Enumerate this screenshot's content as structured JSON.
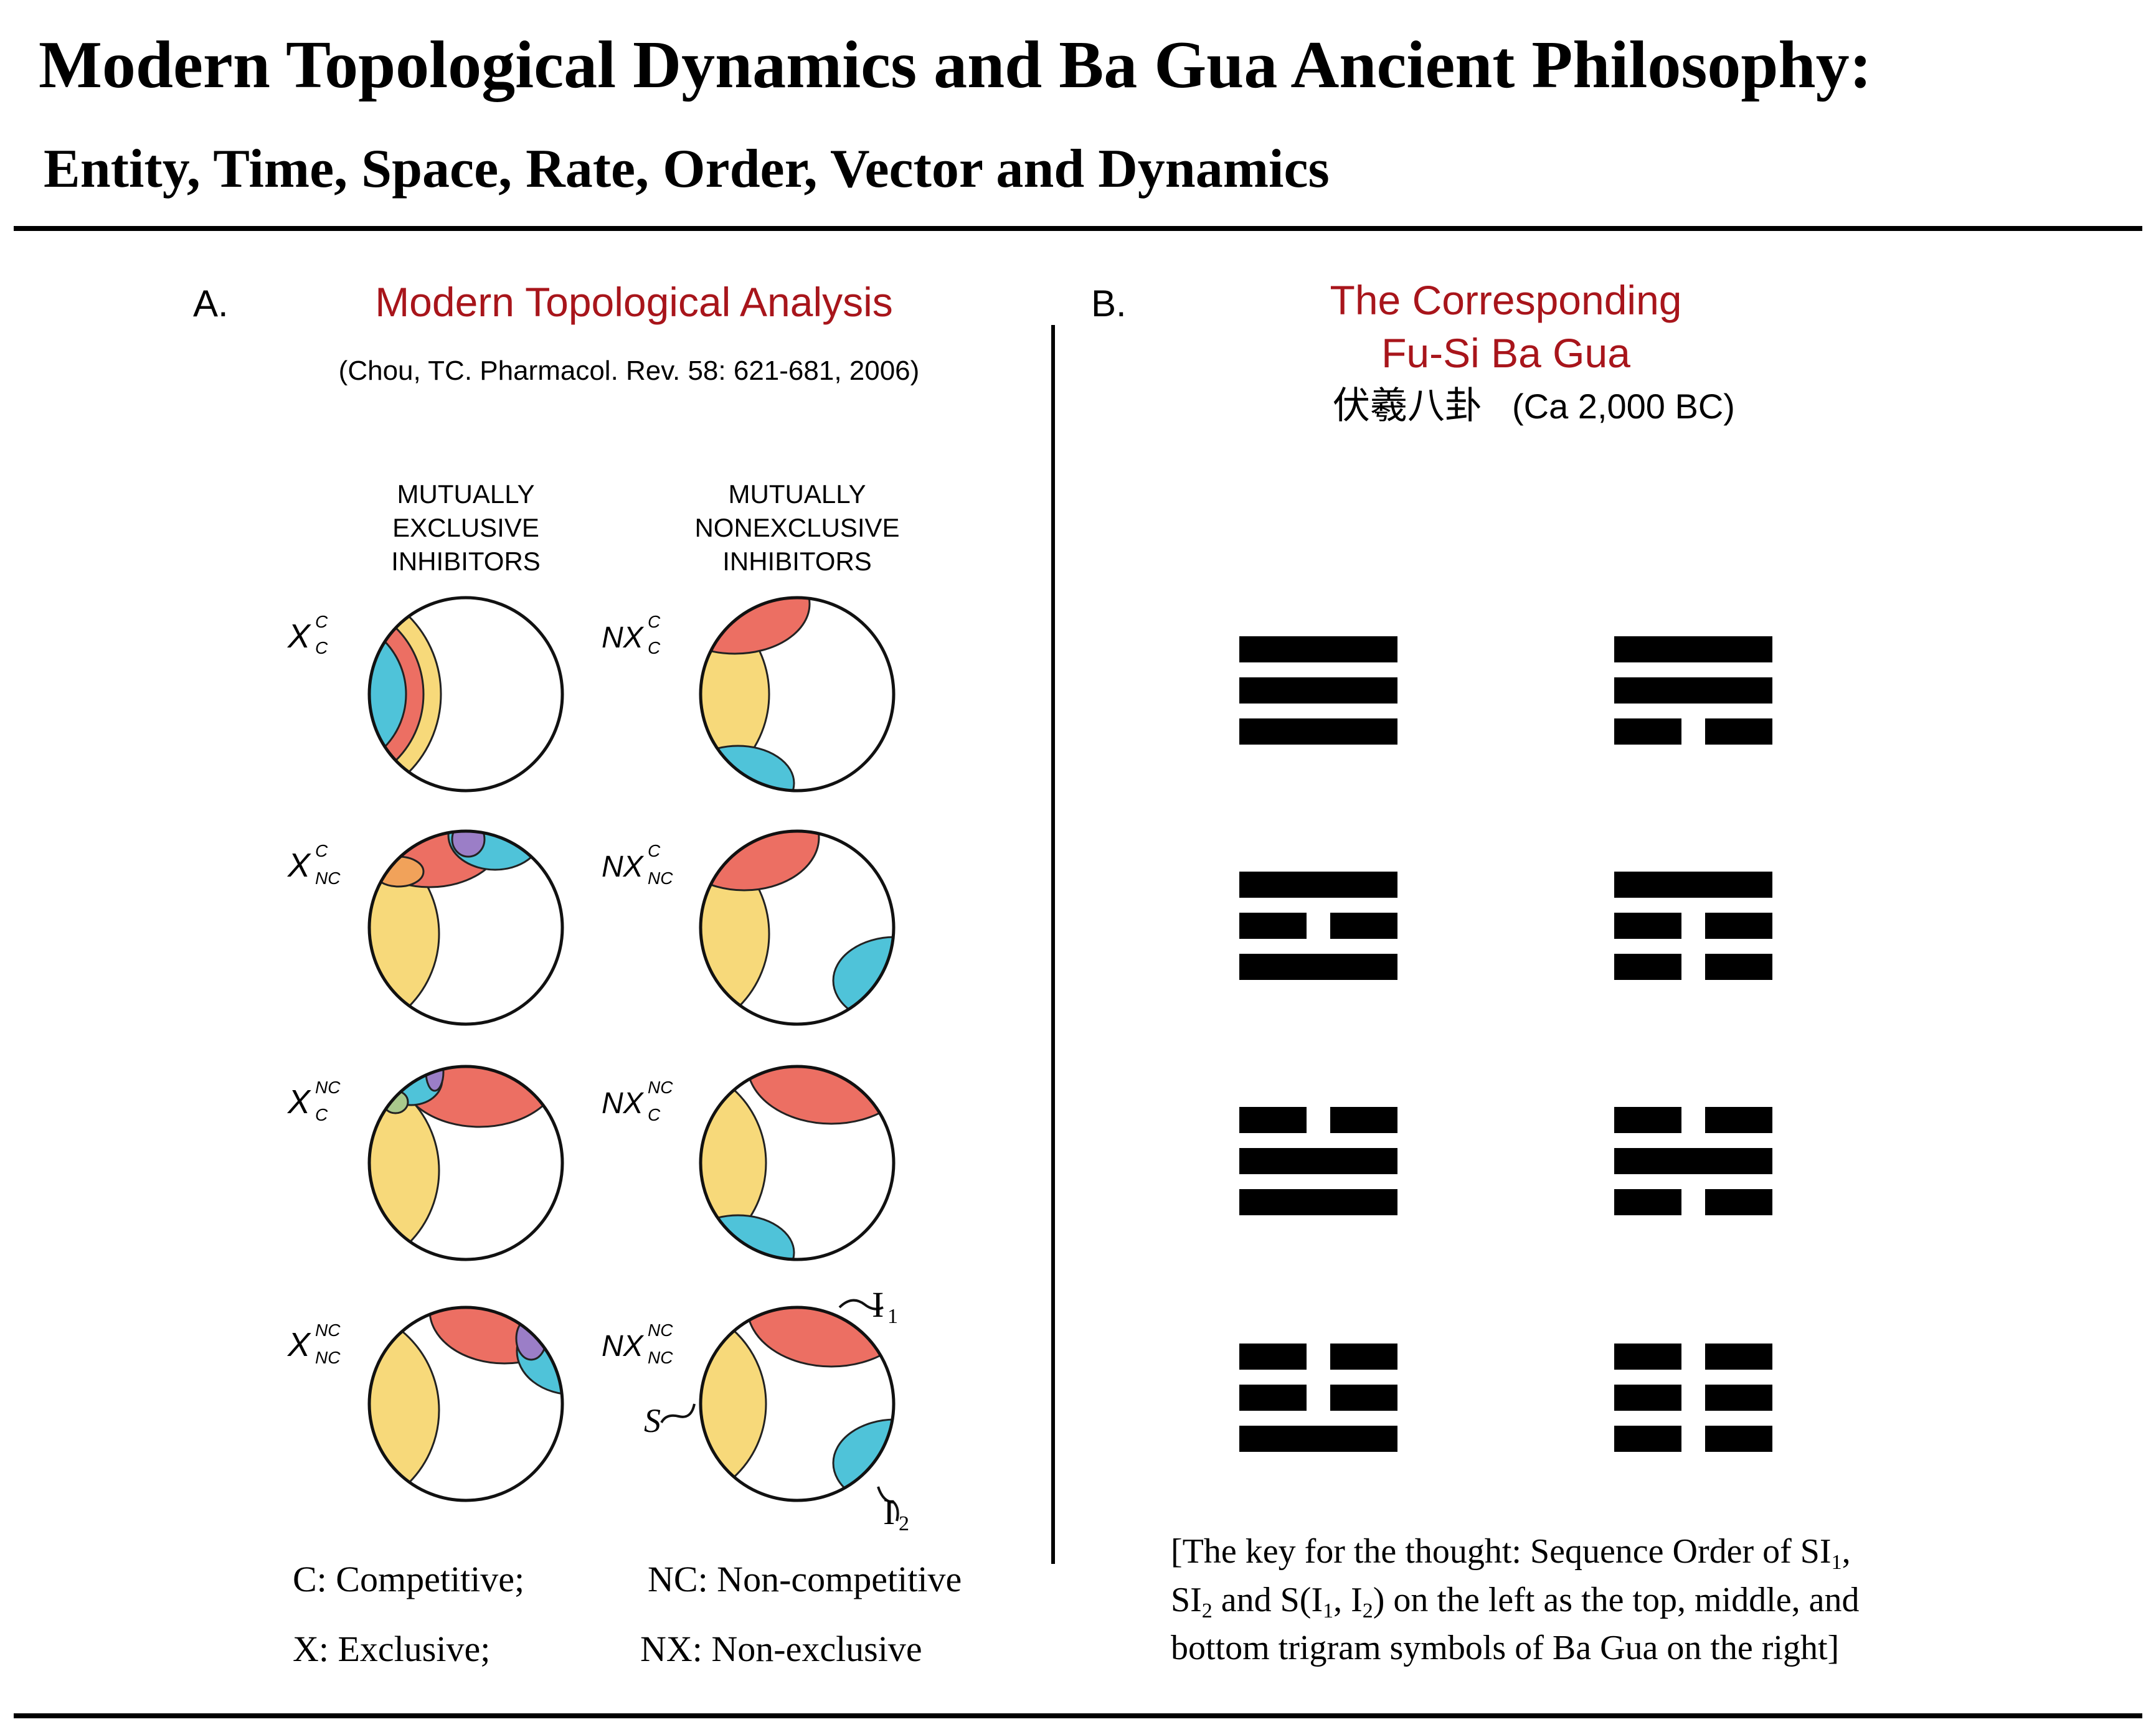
{
  "title": "Modern Topological Dynamics and Ba Gua Ancient Philosophy:",
  "subtitle": "Entity, Time, Space, Rate, Order, Vector and Dynamics",
  "panel_a": {
    "letter": "A.",
    "heading": "Modern Topological Analysis",
    "citation": "(Chou, TC. Pharmacol. Rev. 58: 621-681, 2006)",
    "col1_header": [
      "MUTUALLY",
      "EXCLUSIVE",
      "INHIBITORS"
    ],
    "col2_header": [
      "MUTUALLY",
      "NONEXCLUSIVE",
      "INHIBITORS"
    ],
    "rows": [
      {
        "left": {
          "base": "X",
          "sup": "C",
          "sub": "C"
        },
        "right": {
          "base": "NX",
          "sup": "C",
          "sub": "C"
        }
      },
      {
        "left": {
          "base": "X",
          "sup": "C",
          "sub": "NC"
        },
        "right": {
          "base": "NX",
          "sup": "C",
          "sub": "NC"
        }
      },
      {
        "left": {
          "base": "X",
          "sup": "NC",
          "sub": "C"
        },
        "right": {
          "base": "NX",
          "sup": "NC",
          "sub": "C"
        }
      },
      {
        "left": {
          "base": "X",
          "sup": "NC",
          "sub": "NC"
        },
        "right": {
          "base": "NX",
          "sup": "NC",
          "sub": "NC"
        }
      }
    ],
    "labels": {
      "i1": "I",
      "i1_sub": "1",
      "i2": "I",
      "i2_sub": "2",
      "s": "S"
    },
    "legend": [
      "C: Competitive;",
      "NC: Non-competitive",
      "X: Exclusive;",
      "NX: Non-exclusive"
    ],
    "colors": {
      "yellow": "#f7d97a",
      "red": "#ec6f63",
      "cyan": "#4fc3d9",
      "purple": "#9b7ec7",
      "orange": "#f1a25a",
      "green": "#a9c98c"
    }
  },
  "panel_b": {
    "letter": "B.",
    "heading_line1": "The Corresponding",
    "heading_line2": "Fu-Si Ba Gua",
    "chinese": "伏羲八卦",
    "era": "(Ca 2,000 BC)",
    "trigrams": [
      [
        "solid",
        "solid",
        "solid"
      ],
      [
        "solid",
        "solid",
        "broken"
      ],
      [
        "solid",
        "broken",
        "solid"
      ],
      [
        "solid",
        "broken",
        "broken"
      ],
      [
        "broken",
        "solid",
        "solid"
      ],
      [
        "broken",
        "solid",
        "broken"
      ],
      [
        "broken",
        "broken",
        "solid"
      ],
      [
        "broken",
        "broken",
        "broken"
      ]
    ],
    "note_line1": "[The key for the thought:  Sequence Order of SI",
    "note_line1_sub": "1",
    "note_line1_end": ",",
    "note_line2_a": "SI",
    "note_line2_sub1": "2",
    "note_line2_b": " and S(I",
    "note_line2_sub2": "1",
    "note_line2_c": ", I",
    "note_line2_sub3": "2",
    "note_line2_d": ") on the left as the top, middle, and",
    "note_line3": "bottom trigram symbols of Ba Gua on the right]"
  }
}
